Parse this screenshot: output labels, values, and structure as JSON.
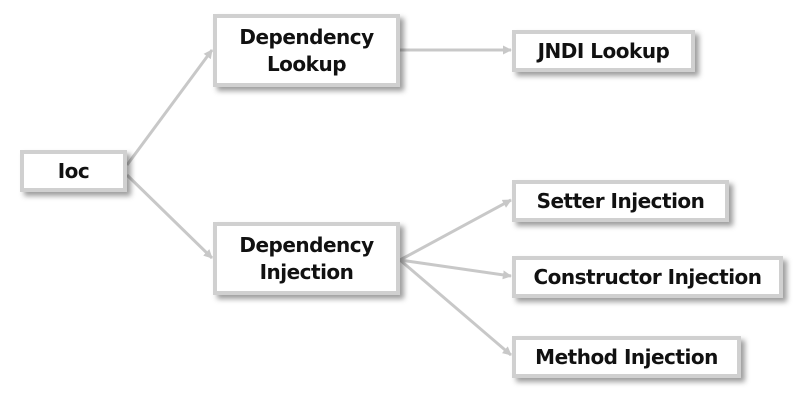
{
  "diagram": {
    "type": "tree",
    "colors": {
      "node_border": "#d0d0d0",
      "connector": "#c8c8c8",
      "text": "#111111",
      "background": "#ffffff"
    },
    "nodes": {
      "ioc": "Ioc",
      "dependency_lookup": "Dependency\nLookup",
      "dependency_injection": "Dependency\nInjection",
      "jndi_lookup": "JNDI Lookup",
      "setter_injection": "Setter Injection",
      "constructor_injection": "Constructor Injection",
      "method_injection": "Method Injection"
    },
    "edges": [
      {
        "from": "ioc",
        "to": "dependency_lookup"
      },
      {
        "from": "ioc",
        "to": "dependency_injection"
      },
      {
        "from": "dependency_lookup",
        "to": "jndi_lookup"
      },
      {
        "from": "dependency_injection",
        "to": "setter_injection"
      },
      {
        "from": "dependency_injection",
        "to": "constructor_injection"
      },
      {
        "from": "dependency_injection",
        "to": "method_injection"
      }
    ]
  }
}
